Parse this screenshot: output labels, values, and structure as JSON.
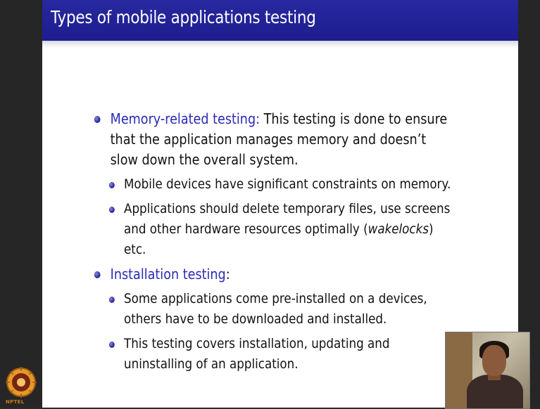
{
  "slide": {
    "title": "Types of mobile applications testing",
    "items": [
      {
        "heading": "Memory-related testing",
        "colon": ":",
        "text": " This testing is done to ensure that the application manages memory and doesn’t slow down the overall system.",
        "subitems": [
          {
            "text": "Mobile devices have significant constraints on memory."
          },
          {
            "text_before": "Applications should delete temporary files, use screens and other hardware resources optimally (",
            "emphasis": "wakelocks",
            "text_after": ") etc."
          }
        ]
      },
      {
        "heading": "Installation testing",
        "colon": ":",
        "text": "",
        "subitems": [
          {
            "text": "Some applications come pre-installed on a devices, others have to be downloaded and installed."
          },
          {
            "text": "This testing covers installation, updating and uninstalling of an application."
          }
        ]
      }
    ]
  },
  "logo": {
    "label": "NPTEL"
  },
  "colors": {
    "title_bar": "#1d1d8f",
    "heading": "#2a2ab8",
    "background": "#ffffff"
  }
}
